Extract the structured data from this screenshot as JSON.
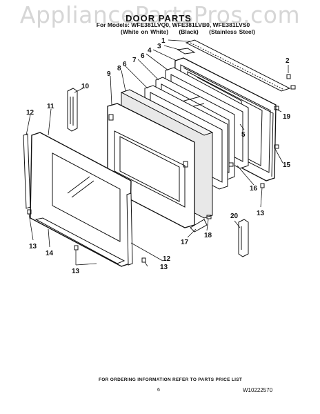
{
  "watermark": "AppliancePartsPros.com",
  "header": {
    "title": "DOOR PARTS",
    "models": "For Models: WFE381LVQ0, WFE381LVB0, WFE381LVS0",
    "finishes": [
      "(White on White)",
      "(Black)",
      "(Stainless Steel)"
    ]
  },
  "callouts": [
    {
      "id": "c1",
      "label": "1"
    },
    {
      "id": "c2",
      "label": "2"
    },
    {
      "id": "c3",
      "label": "3"
    },
    {
      "id": "c4",
      "label": "4"
    },
    {
      "id": "c5",
      "label": "5"
    },
    {
      "id": "c6a",
      "label": "6"
    },
    {
      "id": "c6b",
      "label": "6"
    },
    {
      "id": "c7",
      "label": "7"
    },
    {
      "id": "c8",
      "label": "8"
    },
    {
      "id": "c9",
      "label": "9"
    },
    {
      "id": "c10",
      "label": "10"
    },
    {
      "id": "c11",
      "label": "11"
    },
    {
      "id": "c12a",
      "label": "12"
    },
    {
      "id": "c12b",
      "label": "12"
    },
    {
      "id": "c13a",
      "label": "13"
    },
    {
      "id": "c13b",
      "label": "13"
    },
    {
      "id": "c13c",
      "label": "13"
    },
    {
      "id": "c13d",
      "label": "13"
    },
    {
      "id": "c14",
      "label": "14"
    },
    {
      "id": "c15",
      "label": "15"
    },
    {
      "id": "c16",
      "label": "16"
    },
    {
      "id": "c17",
      "label": "17"
    },
    {
      "id": "c18",
      "label": "18"
    },
    {
      "id": "c19",
      "label": "19"
    },
    {
      "id": "c20",
      "label": "20"
    }
  ],
  "footer": {
    "note": "FOR ORDERING INFORMATION REFER TO PARTS PRICE LIST",
    "page": "6",
    "part_number": "W10222570"
  }
}
